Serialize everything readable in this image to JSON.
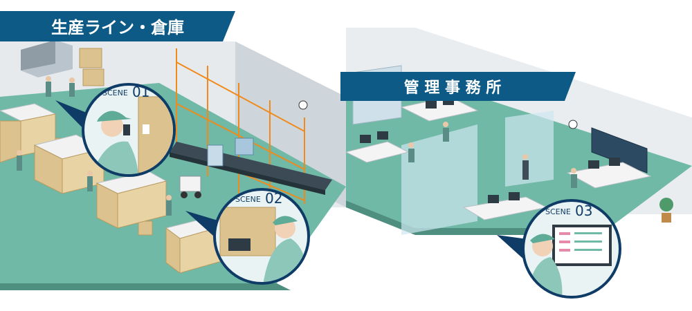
{
  "banners": {
    "factory": "生産ライン・倉庫",
    "office": "管 理 事 務 所"
  },
  "scenes": [
    {
      "label": "SCENE",
      "number": "01"
    },
    {
      "label": "SCENE",
      "number": "02"
    },
    {
      "label": "SCENE",
      "number": "03"
    }
  ],
  "colors": {
    "banner": "#0d5a86",
    "floor": "#6fb9a6",
    "wall": "#dfe4e8",
    "rack": "#f08a1c",
    "circle_border": "#0f3c66"
  }
}
